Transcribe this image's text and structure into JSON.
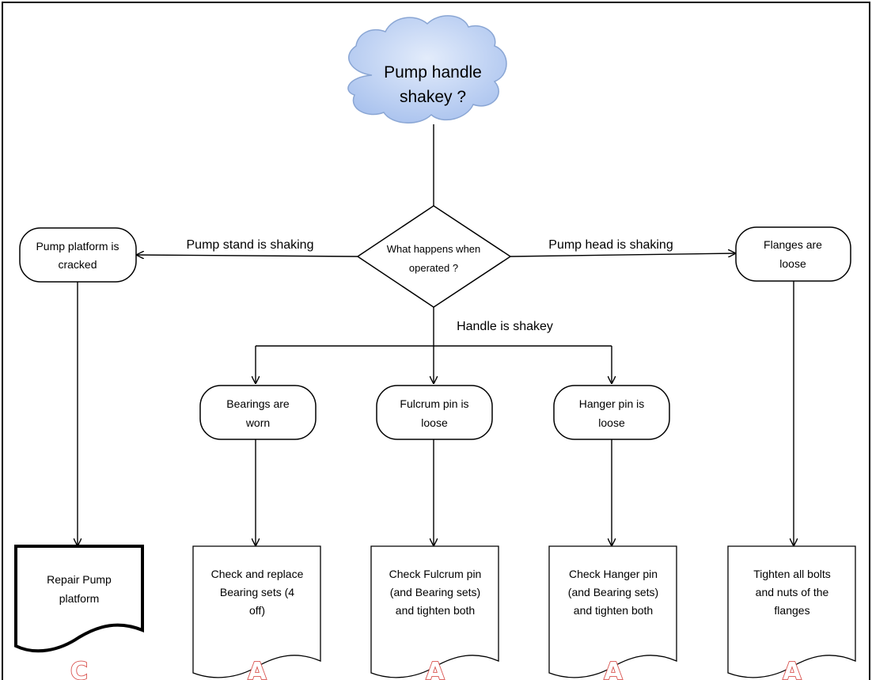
{
  "start": {
    "line1": "Pump handle",
    "line2": "shakey ?"
  },
  "decision": {
    "line1": "What happens when",
    "line2": "operated ?"
  },
  "branches": {
    "left": "Pump stand is shaking",
    "right": "Pump head is  shaking",
    "down": "Handle is shakey"
  },
  "causes": {
    "platform": {
      "line1": "Pump platform is",
      "line2": "cracked"
    },
    "flanges": {
      "line1": "Flanges are",
      "line2": "loose"
    },
    "bearings": {
      "line1": "Bearings are",
      "line2": "worn"
    },
    "fulcrum": {
      "line1": "Fulcrum pin is",
      "line2": "loose"
    },
    "hanger": {
      "line1": "Hanger pin is",
      "line2": "loose"
    }
  },
  "actions": {
    "platform": {
      "line1": "Repair Pump",
      "line2": "platform",
      "grade": "C"
    },
    "bearings": {
      "line1": "Check and replace",
      "line2": "Bearing sets (4",
      "line3": "off)",
      "grade": "A"
    },
    "fulcrum": {
      "line1": "Check Fulcrum pin",
      "line2": "(and Bearing sets)",
      "line3": "and tighten both",
      "grade": "A"
    },
    "hanger": {
      "line1": "Check Hanger pin",
      "line2": "(and Bearing sets)",
      "line3": "and tighten both",
      "grade": "A"
    },
    "flanges": {
      "line1": "Tighten all bolts",
      "line2": "and nuts of the",
      "line3": "flanges",
      "grade": "A"
    }
  },
  "colors": {
    "cloud_fill": "#b7cdf2",
    "cloud_stroke": "#8aa6d4",
    "grade_outline": "#d9534f",
    "line": "#000000"
  }
}
